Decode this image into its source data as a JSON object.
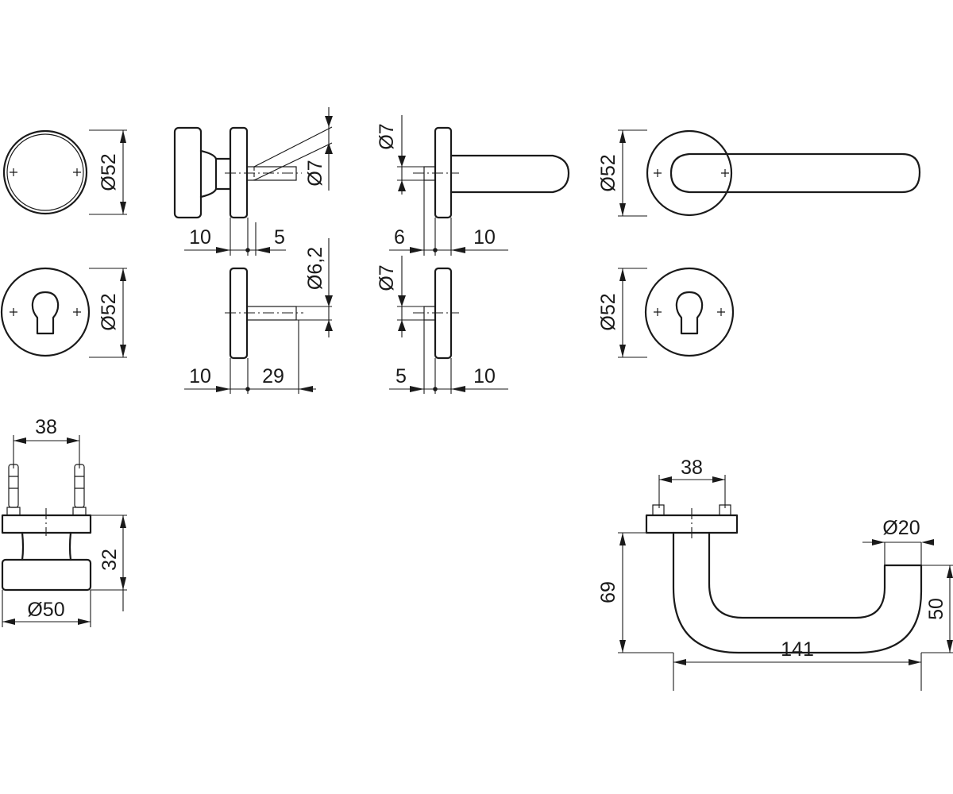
{
  "dimensions": {
    "rose_top_left_dia": "Ø52",
    "rose_bottom_left_dia": "Ø52",
    "rose_top_right_dia": "Ø52",
    "rose_bottom_right_dia": "Ø52",
    "knob_pin_dia": "Ø7",
    "knob_left": "10",
    "knob_right": "5",
    "pin_dia": "Ø6,2",
    "pin_left": "10",
    "pin_right": "29",
    "lever_pin_dia": "Ø7",
    "lever_left": "6",
    "lever_right": "10",
    "escutcheon_pin_dia": "Ø7",
    "escutcheon_left": "5",
    "escutcheon_right": "10",
    "knob_front_bolt_spacing": "38",
    "knob_front_height": "32",
    "knob_front_dia": "Ø50",
    "handle_bolt_spacing": "38",
    "handle_grip_dia": "Ø20",
    "handle_height": "69",
    "handle_drop": "50",
    "handle_length": "141"
  }
}
